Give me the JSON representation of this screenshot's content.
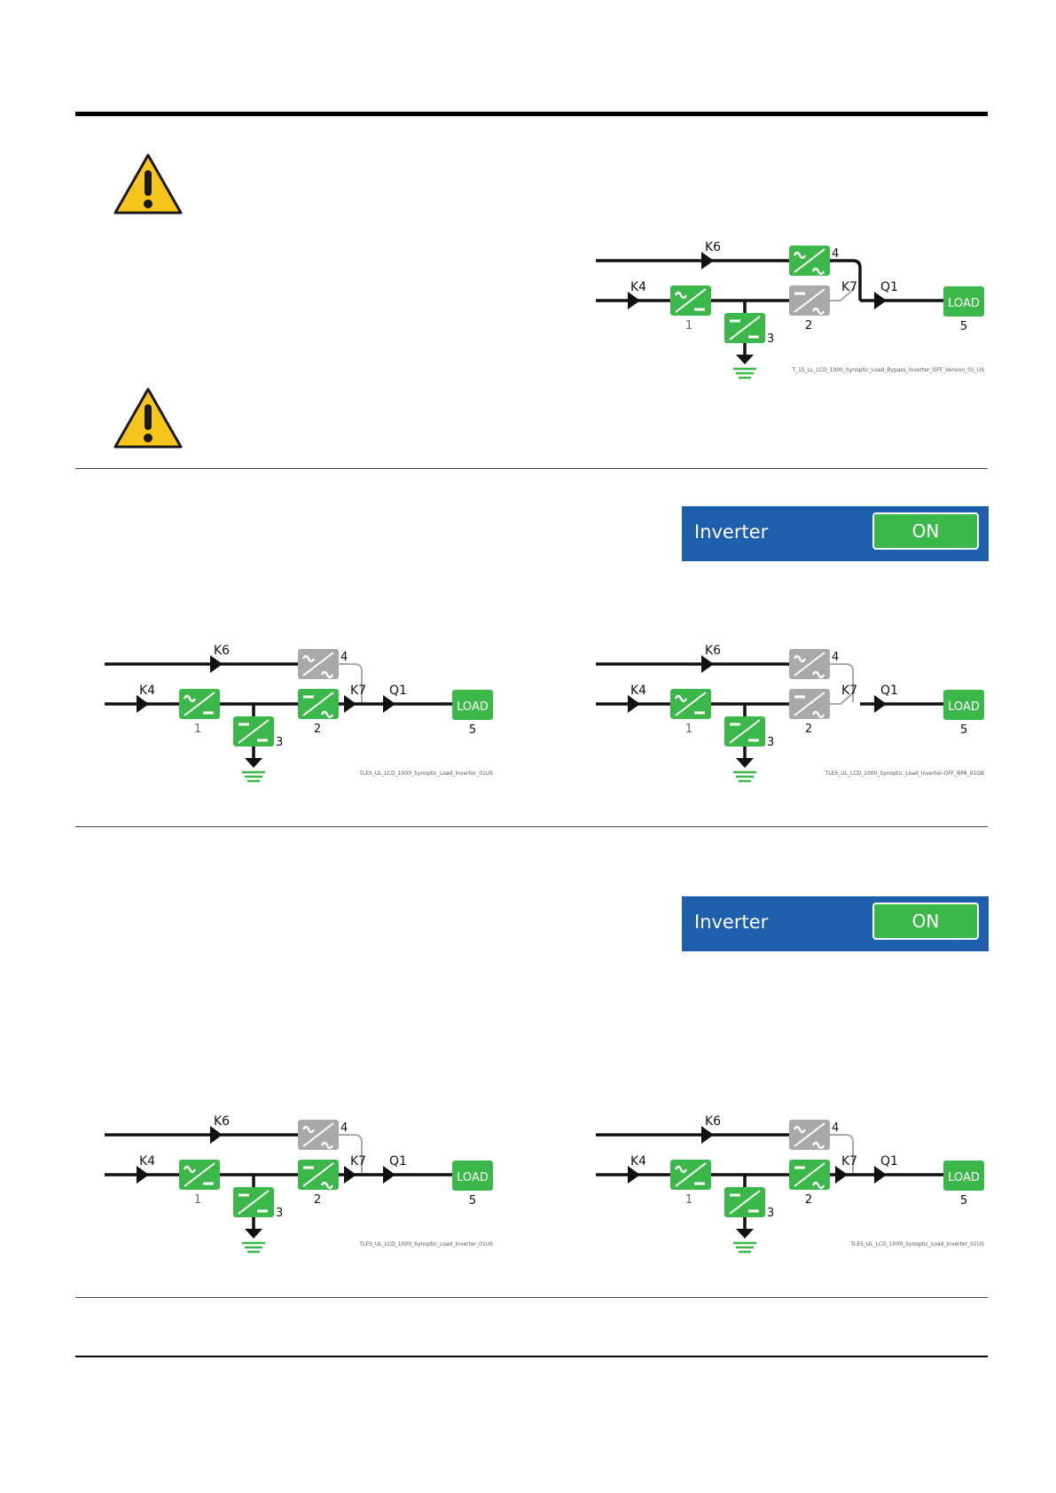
{
  "inverter_panel": {
    "label": "Inverter",
    "state": "ON"
  },
  "colors": {
    "active": "#3cb84a",
    "inactive": "#a9a9a9",
    "panel": "#1e5fad",
    "ground": "#3cb84a"
  },
  "diagram_labels": {
    "k6": "K6",
    "k4": "K4",
    "k7": "K7",
    "q1": "Q1",
    "load": "LOAD",
    "n1": "1",
    "n2": "2",
    "n3": "3",
    "n4": "4",
    "n5": "5"
  },
  "diagrams": [
    {
      "caption": "T_15_LL_LCD_1000_Synoptic_Load_Bypass_Inverter_OFF_Version_01_US",
      "module2": "inactive",
      "module4": "active",
      "k7_closed": false
    },
    {
      "caption": "TLES_UL_LCD_1000_Synoptic_Load_Inverter_01US",
      "module2": "active",
      "module4": "inactive",
      "k7_closed": true
    },
    {
      "caption": "TLES_UL_LCD_1000_Synoptic_Load_Inverter-OFF_BPA_01GB",
      "module2": "inactive",
      "module4": "inactive",
      "k7_closed": false
    },
    {
      "caption": "TLES_UL_LCD_1000_Synoptic_Load_Inverter_01US",
      "module2": "active",
      "module4": "inactive",
      "k7_closed": true
    },
    {
      "caption": "TLES_UL_LCD_1000_Synoptic_Load_Inverter_01US",
      "module2": "active",
      "module4": "inactive",
      "k7_closed": true
    }
  ]
}
